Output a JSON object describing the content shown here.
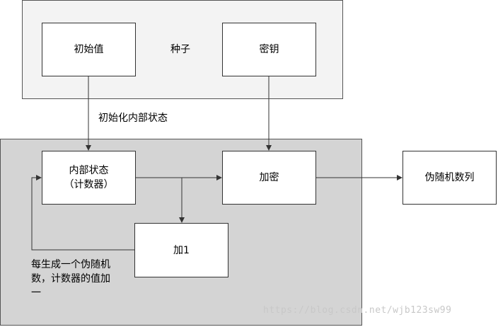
{
  "seed_group": {
    "initial_value": "初始值",
    "seed_label": "种子",
    "key": "密钥"
  },
  "init_label": "初始化内部状态",
  "internal_state": {
    "line1": "内部状态",
    "line2": "（计数器）"
  },
  "encrypt": "加密",
  "increment": "加1",
  "output": "伪随机数列",
  "note": "每生成一个伪随机数，计数器的值加一",
  "watermark": "https://blog.csdn.net/wjb123sw99"
}
